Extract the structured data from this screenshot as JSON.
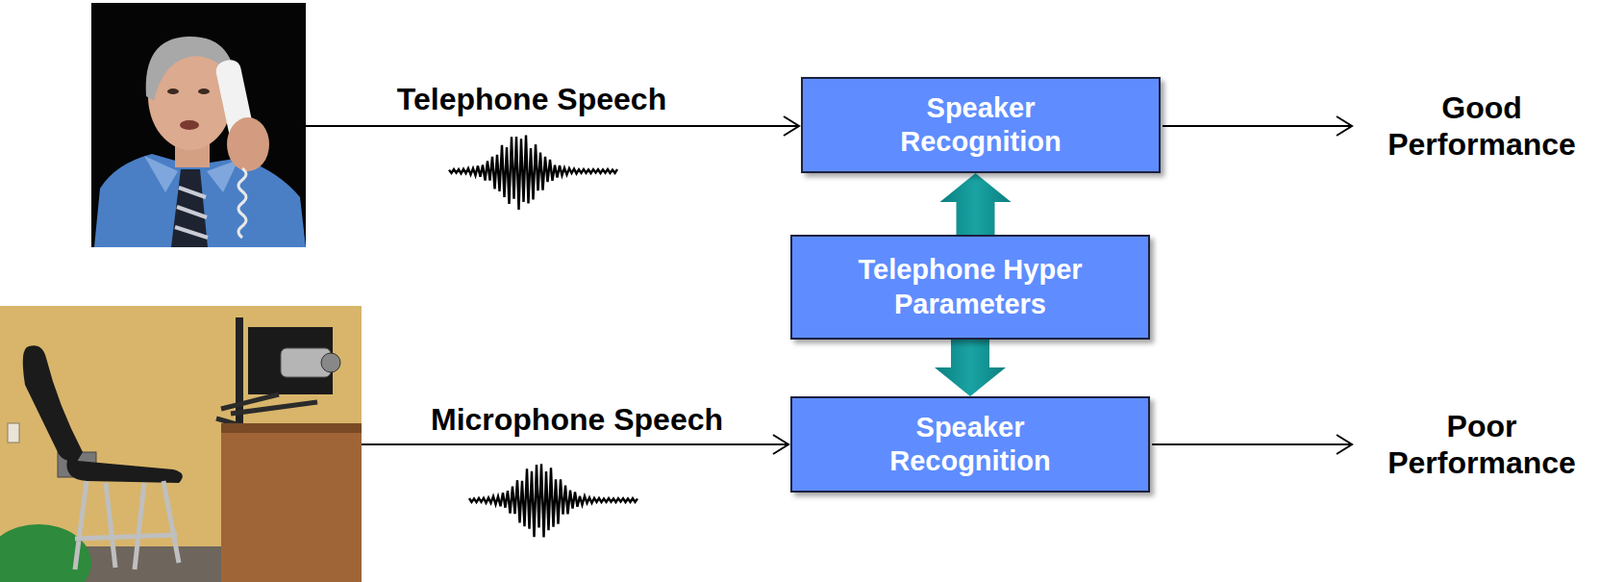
{
  "diagram": {
    "nodes": [
      {
        "text": [
          "Speaker Recognition"
        ]
      },
      {
        "text": [
          "Telephone Hyper Parameters"
        ]
      },
      {
        "text": [
          "Speaker Recognition"
        ]
      }
    ],
    "edges": [
      {
        "from": 1,
        "to": 0,
        "arrow": "to"
      },
      {
        "from": 1,
        "to": 2,
        "arrow": "to"
      }
    ],
    "labels": [
      "Telephone Speech",
      "Good Performance",
      "Microphone Speech",
      "Poor Performance"
    ]
  }
}
